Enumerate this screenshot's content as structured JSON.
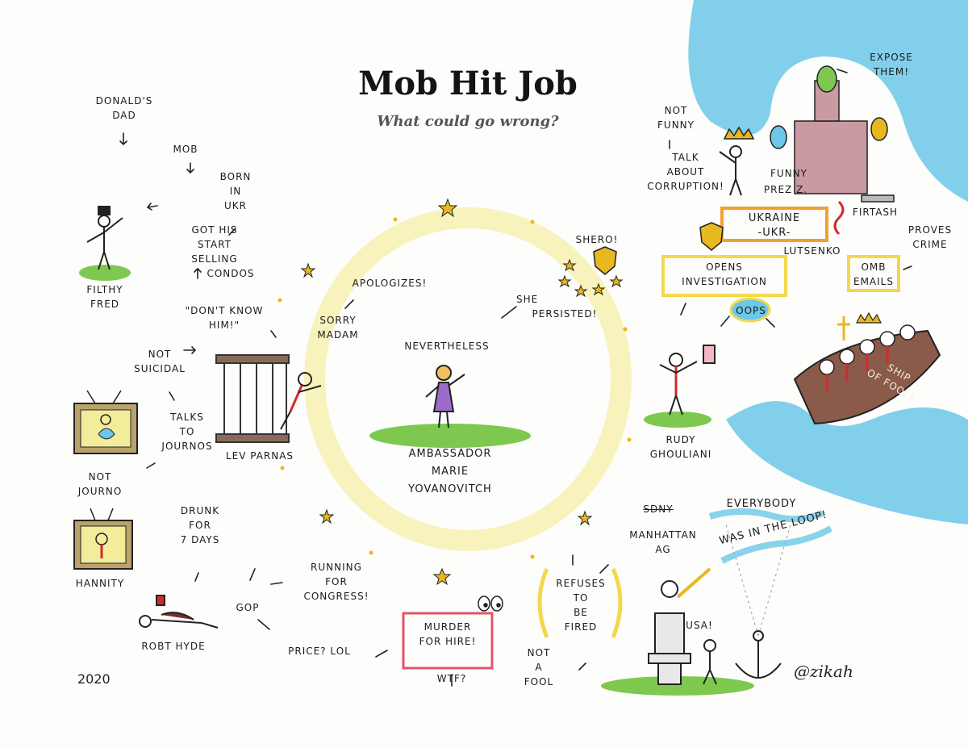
{
  "title": "Mob Hit Job",
  "subtitle": "What could go wrong?",
  "year": "2020",
  "signature": "@zikah",
  "labels": {
    "donalds_dad": [
      "DONALD'S",
      "DAD"
    ],
    "mob": [
      "MOB"
    ],
    "born_in_ukr": [
      "BORN",
      "IN",
      "UKR"
    ],
    "got_his_start": [
      "GOT HIS",
      "START",
      "SELLING",
      "CONDOS"
    ],
    "filthy_fred": [
      "FILTHY",
      "FRED"
    ],
    "dont_know_him": [
      "\"DON'T KNOW",
      "HIM!\""
    ],
    "not_suicidal": [
      "NOT",
      "SUICIDAL"
    ],
    "talks_to_journos": [
      "TALKS",
      "TO",
      "JOURNOS"
    ],
    "lev_parnas": [
      "LEV PARNAS"
    ],
    "apologizes": [
      "APOLOGIZES!"
    ],
    "sorry_madam": [
      "SORRY",
      "MADAM"
    ],
    "nevertheless": [
      "NEVERTHELESS"
    ],
    "ambassador": [
      "AMBASSADOR",
      "MARIE",
      "YOVANOVITCH"
    ],
    "she_persisted": [
      "SHE",
      "PERSISTED!"
    ],
    "shero": [
      "SHERO!"
    ],
    "not_journo": [
      "NOT",
      "JOURNO"
    ],
    "hannity": [
      "HANNITY"
    ],
    "drunk": [
      "DRUNK",
      "FOR",
      "7 DAYS"
    ],
    "robt_hyde": [
      "ROBT HYDE"
    ],
    "gop": [
      "GOP"
    ],
    "running": [
      "RUNNING",
      "FOR",
      "CONGRESS!"
    ],
    "price_lol": [
      "PRICE? LOL"
    ],
    "murder_for_hire": [
      "MURDER",
      "FOR HIRE!"
    ],
    "wtf": [
      "WTF?"
    ],
    "refuses": [
      "REFUSES",
      "TO",
      "BE",
      "FIRED"
    ],
    "not_a_fool": [
      "NOT",
      "A",
      "FOOL"
    ],
    "sdny": [
      "SDNY"
    ],
    "manhattan_ag": [
      "MANHATTAN",
      "AG"
    ],
    "usa": [
      "USA!"
    ],
    "everybody": [
      "EVERYBODY"
    ],
    "was_in_the_loop": [
      "WAS IN THE LOOP!"
    ],
    "rudy": [
      "RUDY",
      "GHOULIANI"
    ],
    "oops": [
      "OOPS"
    ],
    "opens_investigation": [
      "OPENS",
      "INVESTIGATION"
    ],
    "ukraine": [
      "UKRAINE",
      "-UKR-"
    ],
    "lutsenko": [
      "LUTSENKO"
    ],
    "omb_emails": [
      "OMB",
      "EMAILS"
    ],
    "proves_crime": [
      "PROVES",
      "CRIME"
    ],
    "firtash": [
      "FIRTASH"
    ],
    "prez_z": [
      "PREZ Z."
    ],
    "funny": [
      "FUNNY"
    ],
    "not_funny": [
      "NOT",
      "FUNNY"
    ],
    "talk_about_corruption": [
      "TALK",
      "ABOUT",
      "CORRUPTION!"
    ],
    "expose_them": [
      "EXPOSE",
      "THEM!"
    ],
    "ship_of_fools": [
      "SHIP",
      "OF FOOLS"
    ]
  },
  "colors": {
    "wave": "#6cc7e8",
    "grass": "#7ec850",
    "halo": "#f4ea8a",
    "star": "#e8b820",
    "dress": "#9b6bc9",
    "tie": "#d22b2b",
    "tv": "#b9a36a",
    "box_orange": "#f0a030",
    "box_yellow": "#f3d84e",
    "box_pink": "#e2556a",
    "cell_bars": "#8b6a5a",
    "ship": "#8a5a4a",
    "palace": "#c99aa0"
  }
}
